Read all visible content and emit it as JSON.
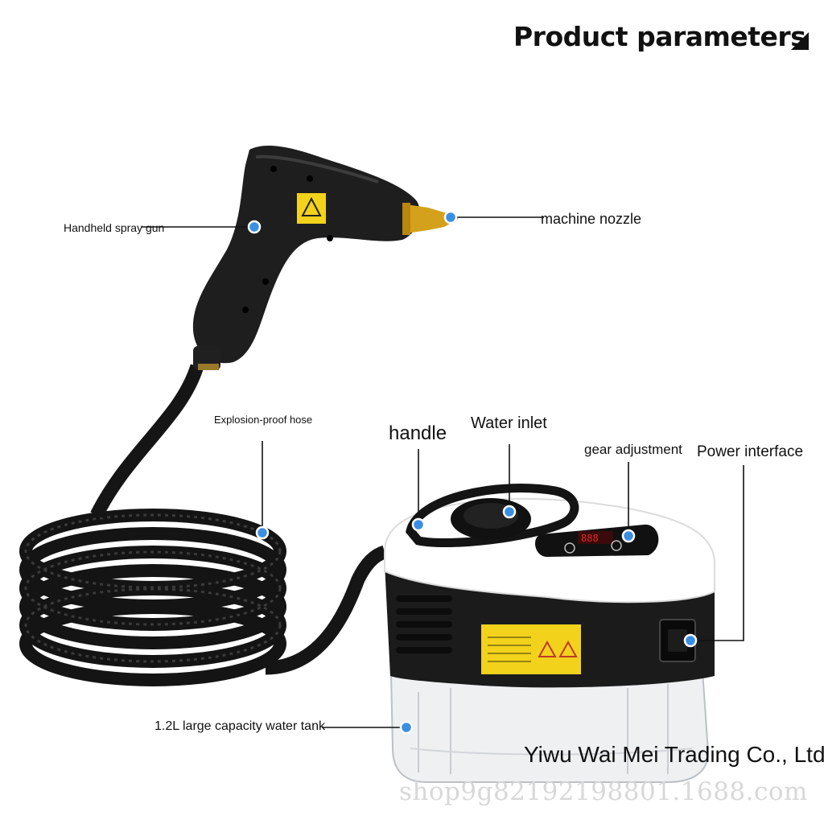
{
  "header": {
    "title": "Product parameters"
  },
  "labels": {
    "spray_gun": "Handheld spray gun",
    "nozzle": "machine nozzle",
    "hose": "Explosion-proof hose",
    "handle": "handle",
    "water_inlet": "Water inlet",
    "gear": "gear adjustment",
    "power": "Power interface",
    "tank": "1.2L large capacity water tank"
  },
  "company": "Yiwu Wai Mei Trading Co., Ltd.",
  "watermark": "shop9g82192198801.1688.com",
  "colors": {
    "marker_dot": "#3b8fe0",
    "body_white": "#ffffff",
    "body_black": "#1b1b1b",
    "warning_label": "#f2d21b",
    "nozzle_brass": "#d4a11c"
  }
}
